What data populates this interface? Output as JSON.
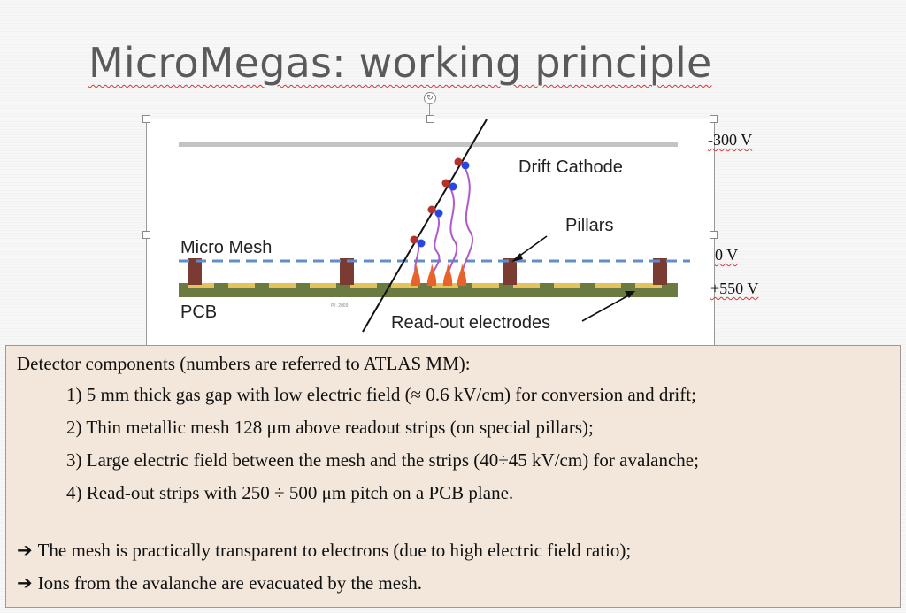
{
  "slide": {
    "title": "MicroMegas: working principle"
  },
  "figure": {
    "labels": {
      "drift_cathode": "Drift Cathode",
      "pillars": "Pillars",
      "micro_mesh": "Micro Mesh",
      "pcb": "PCB",
      "readout_electrodes": "Read-out electrodes",
      "credit": "P.I. 2009"
    },
    "colors": {
      "cathode": "#c4c4c4",
      "mesh": "#5f8fc9",
      "pillar": "#7a3b32",
      "pcb": "#6b7a40",
      "electrode": "#e6c25a",
      "electron": "#2747e0",
      "ion": "#b3322a",
      "avalanche": "#e8622c",
      "drift_path": "#b05ac8"
    }
  },
  "voltages": {
    "cathode": "-300 V",
    "mesh": "0 V",
    "pcb": "+550 V"
  },
  "textbox": {
    "heading": "Detector components (numbers are referred to ATLAS MM):",
    "items": [
      "1) 5 mm thick gas gap with low electric field (≈ 0.6 kV/cm) for conversion and drift;",
      "2) Thin metallic mesh  128 μm above readout strips (on special pillars);",
      "3) Large electric field between the mesh and the strips (40÷45 kV/cm) for avalanche;",
      "4) Read-out strips with 250 ÷ 500 μm pitch on a PCB plane."
    ],
    "notes": [
      "The mesh is practically transparent to electrons (due to high electric field ratio);",
      "Ions from the avalanche are evacuated by the mesh."
    ],
    "note_arrow": "➔"
  }
}
